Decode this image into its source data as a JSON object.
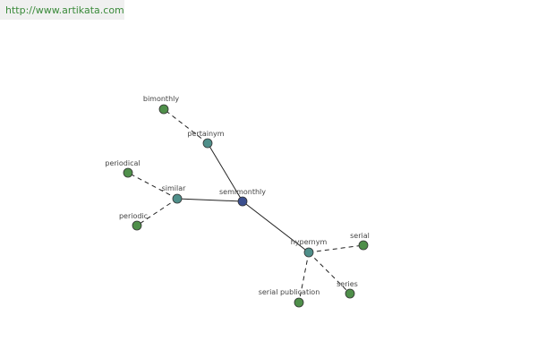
{
  "header": {
    "url": "http://www.artikata.com"
  },
  "colors": {
    "center_node": "#3b4f8f",
    "relation_node": "#4f8f8a",
    "leaf_node": "#4f8f4a",
    "url_text": "#3a8a3a"
  },
  "graph": {
    "nodes": [
      {
        "id": "semimonthly",
        "label": "semimonthly",
        "kind": "center"
      },
      {
        "id": "pertainym",
        "label": "pertainym",
        "kind": "relation"
      },
      {
        "id": "similar",
        "label": "similar",
        "kind": "relation"
      },
      {
        "id": "hypernym",
        "label": "hypernym",
        "kind": "relation"
      },
      {
        "id": "bimonthly",
        "label": "bimonthly",
        "kind": "leaf"
      },
      {
        "id": "periodical",
        "label": "periodical",
        "kind": "leaf"
      },
      {
        "id": "periodic",
        "label": "periodic",
        "kind": "leaf"
      },
      {
        "id": "serial",
        "label": "serial",
        "kind": "leaf"
      },
      {
        "id": "series",
        "label": "series",
        "kind": "leaf"
      },
      {
        "id": "serial-publication",
        "label": "serial publication",
        "kind": "leaf"
      }
    ],
    "edges": [
      {
        "from": "semimonthly",
        "to": "pertainym",
        "style": "solid"
      },
      {
        "from": "semimonthly",
        "to": "similar",
        "style": "solid"
      },
      {
        "from": "semimonthly",
        "to": "hypernym",
        "style": "solid"
      },
      {
        "from": "pertainym",
        "to": "bimonthly",
        "style": "dashed"
      },
      {
        "from": "similar",
        "to": "periodical",
        "style": "dashed"
      },
      {
        "from": "similar",
        "to": "periodic",
        "style": "dashed"
      },
      {
        "from": "hypernym",
        "to": "serial",
        "style": "dashed"
      },
      {
        "from": "hypernym",
        "to": "series",
        "style": "dashed"
      },
      {
        "from": "hypernym",
        "to": "serial-publication",
        "style": "dashed"
      }
    ]
  }
}
